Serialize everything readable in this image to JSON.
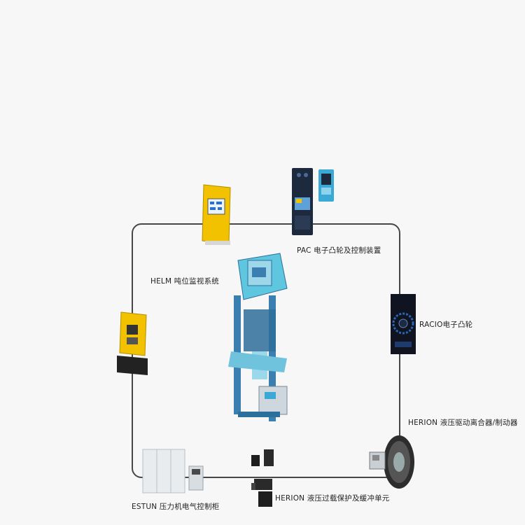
{
  "diagram": {
    "labels": {
      "helm": "HELM 吨位监视系统",
      "pac": "PAC 电子凸轮及控制装置",
      "racio": "RACIO电子凸轮",
      "herion_clutch": "HERION 液压驱动离合器/制动器",
      "herion_overload": "HERION 液压过载保护及缓冲单元",
      "estun": "ESTUN 压力机电气控制柜"
    },
    "colors": {
      "line": "#474747",
      "yellow_device": "#f2c200",
      "press_blue": "#3a7fb0",
      "press_cyan": "#5fc6e0",
      "panel_dark": "#1d2a3e"
    }
  }
}
